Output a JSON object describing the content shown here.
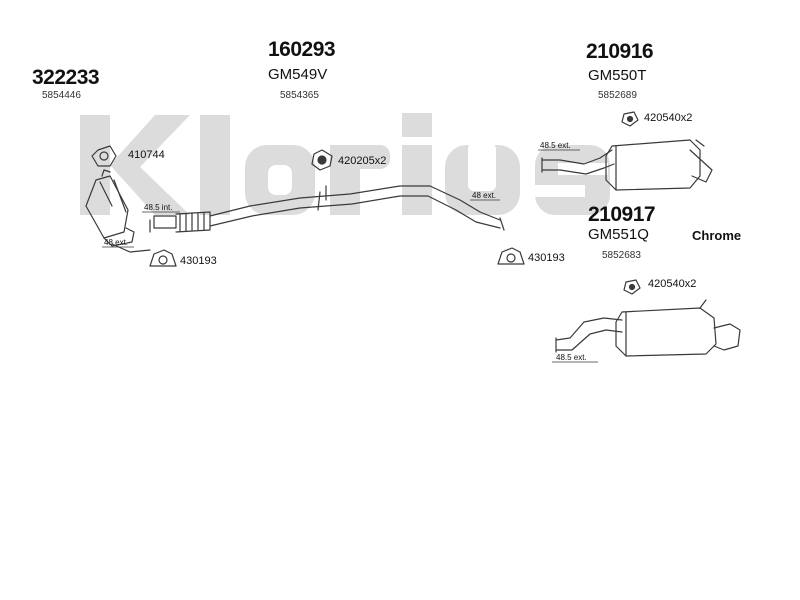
{
  "watermark": {
    "brand_text": "Klarius"
  },
  "parts": {
    "p322233": {
      "number": "322233",
      "oem": "5854446"
    },
    "p160293": {
      "number": "160293",
      "code": "GM549V",
      "oem": "5854365"
    },
    "p210916": {
      "number": "210916",
      "code": "GM550T",
      "oem": "5852689"
    },
    "p210917": {
      "number": "210917",
      "code": "GM551Q",
      "finish": "Chrome",
      "oem": "5852683"
    }
  },
  "hardware": {
    "h410744": "410744",
    "h420205": "420205x2",
    "h430193_left": "430193",
    "h430193_right": "430193",
    "h420540_top": "420540x2",
    "h420540_bottom": "420540x2"
  },
  "dimensions": {
    "d48ext_left": "48 ext.",
    "d485int": "48.5 int.",
    "d48ext_mid": "48 ext.",
    "d485ext_top": "48.5 ext.",
    "d485ext_bottom": "48.5 ext."
  },
  "colors": {
    "line": "#3a3a3a",
    "watermark": "#d9d9d9",
    "text": "#111111"
  }
}
